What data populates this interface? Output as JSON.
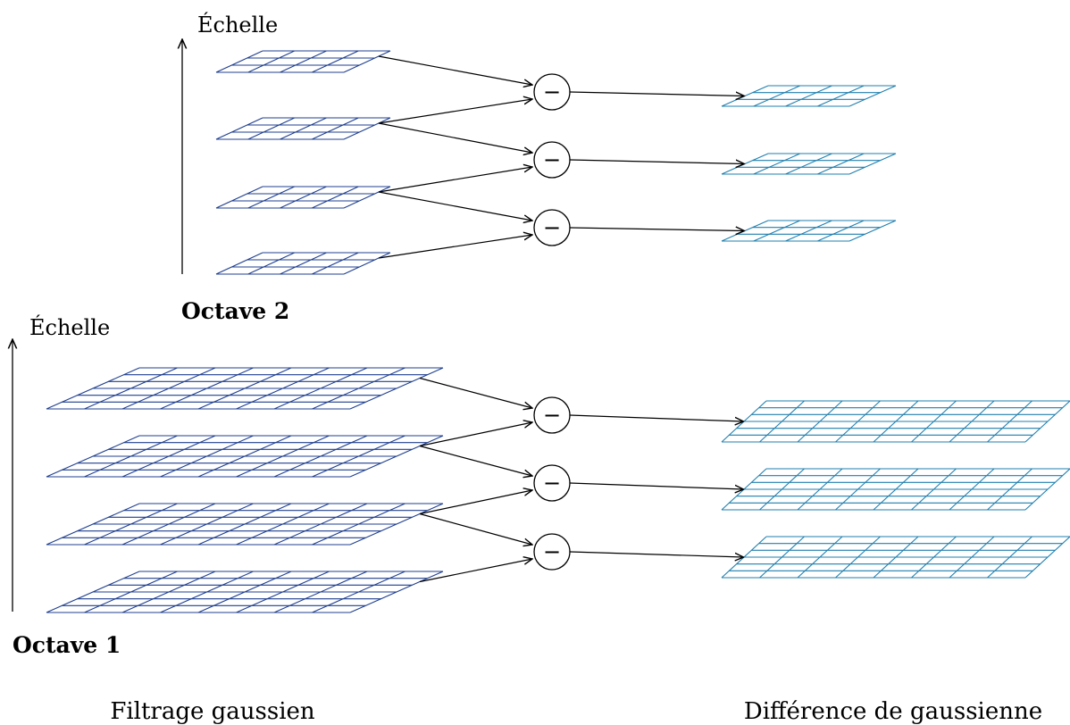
{
  "axis_label": "Échelle",
  "captions": {
    "left": "Filtrage gaussien",
    "right": "Différence de gaussienne"
  },
  "colors": {
    "gaussian_grid": "#1f3f8f",
    "dog_grid": "#1f7fae",
    "arrows": "#000000",
    "minus_operator": "#000000"
  },
  "operator_symbol": "−",
  "octaves": [
    {
      "label": "Octave 2",
      "gaussian_layers": 4,
      "dog_layers": 3,
      "grid": {
        "rows": 3,
        "cols": 4
      }
    },
    {
      "label": "Octave 1",
      "gaussian_layers": 4,
      "dog_layers": 3,
      "grid": {
        "rows": 6,
        "cols": 8
      }
    }
  ]
}
